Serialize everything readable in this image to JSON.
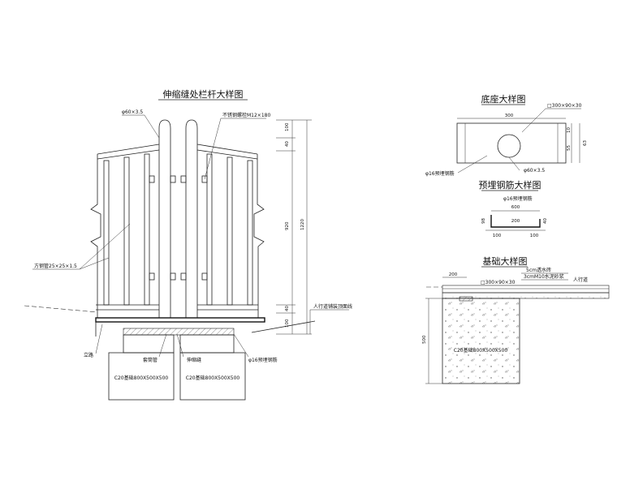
{
  "expansion_joint": {
    "title": "伸缩缝处栏杆大样图",
    "post_label": "φ60×3.5",
    "bolt_label": "不锈钢螺栓M12×180",
    "square_tube_label": "方钢管25×25×1.5",
    "sidewalk_label": "人行道铺装顶面线",
    "curb_label": "立路",
    "sleeve_label": "套筒管",
    "joint_label": "伸缩缝",
    "rebar_label": "φ16预埋钢筋",
    "foundation_left": "C20基础800X500X500",
    "foundation_right": "C20基础800X500X500",
    "dims": {
      "d1": "100",
      "d2": "40",
      "d3": "920",
      "d4": "1220",
      "d5": "40",
      "d6": "100"
    }
  },
  "base_detail": {
    "title": "底座大样图",
    "plate_label": "□300×90×30",
    "width_dim": "300",
    "rebar_label": "φ16预埋钢筋",
    "pipe_label": "φ60×3.5",
    "dims": {
      "d1": "10",
      "d2": "55",
      "d3": "63"
    }
  },
  "embed_detail": {
    "title": "预埋钢筋大样图",
    "rebar_label": "φ16预埋钢筋",
    "dims": {
      "top": "600",
      "mid": "200",
      "left_h": "98",
      "right_h": "40",
      "bl": "100",
      "br": "100"
    }
  },
  "foundation_detail": {
    "title": "基础大样图",
    "plate_label": "□300×90×30",
    "paving_label": "5cm透水砖",
    "mortar_label": "3cmM10水泥砂浆",
    "sidewalk_label": "人行道",
    "concrete_label": "C20基础800X500X500",
    "dim_top": "200",
    "dim_side": "500"
  }
}
